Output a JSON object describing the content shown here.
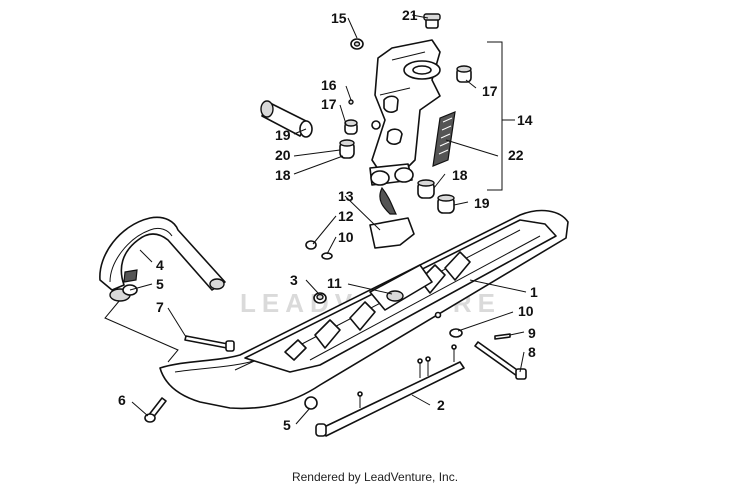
{
  "callouts": {
    "c1": "1",
    "c2": "2",
    "c3": "3",
    "c4": "4",
    "c5a": "5",
    "c5b": "5",
    "c6": "6",
    "c7": "7",
    "c8": "8",
    "c9": "9",
    "c10a": "10",
    "c10b": "10",
    "c11": "11",
    "c12": "12",
    "c13": "13",
    "c14": "14",
    "c15": "15",
    "c16": "16",
    "c17a": "17",
    "c17b": "17",
    "c18a": "18",
    "c18b": "18",
    "c19a": "19",
    "c19b": "19",
    "c20": "20",
    "c21": "21",
    "c22": "22"
  },
  "watermark": "LEADVENTURE",
  "footer": "Rendered by LeadVenture, Inc."
}
